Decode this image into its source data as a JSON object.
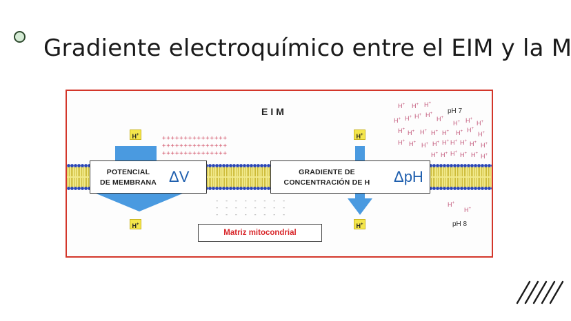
{
  "slide": {
    "title": "Gradiente electroquímico entre el EIM y la MM"
  },
  "diagram": {
    "eim_label": "EIM",
    "h_label": "H",
    "h_sup": "+",
    "potencial_line1": "POTENCIAL",
    "potencial_line2": "DE MEMBRANA",
    "delta_v": "ΔV",
    "gradiente_line1": "GRADIENTE DE",
    "gradiente_line2": "CONCENTRACIÓN DE H",
    "delta_ph": "ΔpH",
    "matrix_label": "Matriz mitocondrial",
    "ph7": "pH 7",
    "ph8": "pH 8",
    "plus_row": "+++++++++++++++",
    "minus_row": "- - - - - - - -"
  },
  "colors": {
    "frame": "#d3362a",
    "arrow": "#4a9ae0",
    "matrix_text": "#d8262a",
    "h_box": "#f4e64c",
    "membrane_head": "#2a46b8",
    "membrane_tail": "#e8de6a"
  }
}
